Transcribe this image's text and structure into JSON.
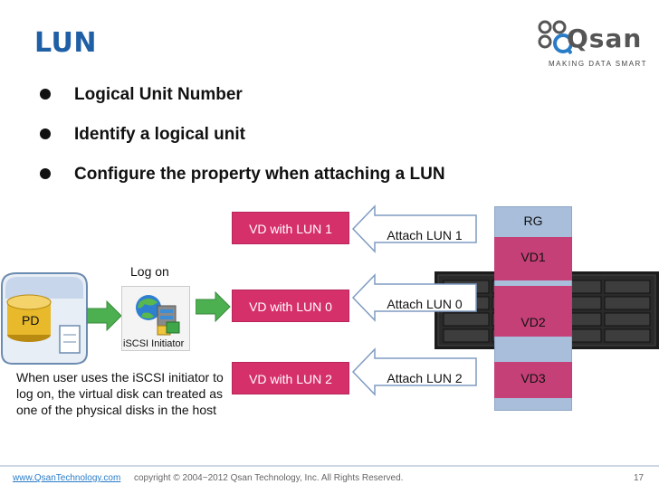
{
  "slide": {
    "title": "LUN",
    "logo": {
      "text": "Qsan",
      "tagline": "MAKING DATA SMART"
    },
    "bullets": [
      "Logical Unit Number",
      "Identify a logical unit",
      "Configure the property when attaching a LUN"
    ]
  },
  "diagram": {
    "pd_label": "PD",
    "logon_label": "Log on",
    "initiator_label": "iSCSI Initiator",
    "vd_luns": [
      "VD with LUN 1",
      "VD with LUN 0",
      "VD with LUN 2"
    ],
    "attach": [
      "Attach LUN 1",
      "Attach LUN 0",
      "Attach LUN 2"
    ],
    "rg_label": "RG",
    "vds": [
      "VD1",
      "VD2",
      "VD3"
    ],
    "note": "When user uses the iSCSI initiator to log on, the virtual disk can treated as one of the physical disks in the host"
  },
  "footer": {
    "url": "www.QsanTechnology.com",
    "copyright": "copyright © 2004~2012  Qsan Technology, Inc.  All Rights Reserved.",
    "page": "17"
  },
  "colors": {
    "title": "#1f5fa6",
    "vd_fill": "#d6306a",
    "rg_fill": "#a8bedb",
    "arrow_green": "#4cb050"
  }
}
